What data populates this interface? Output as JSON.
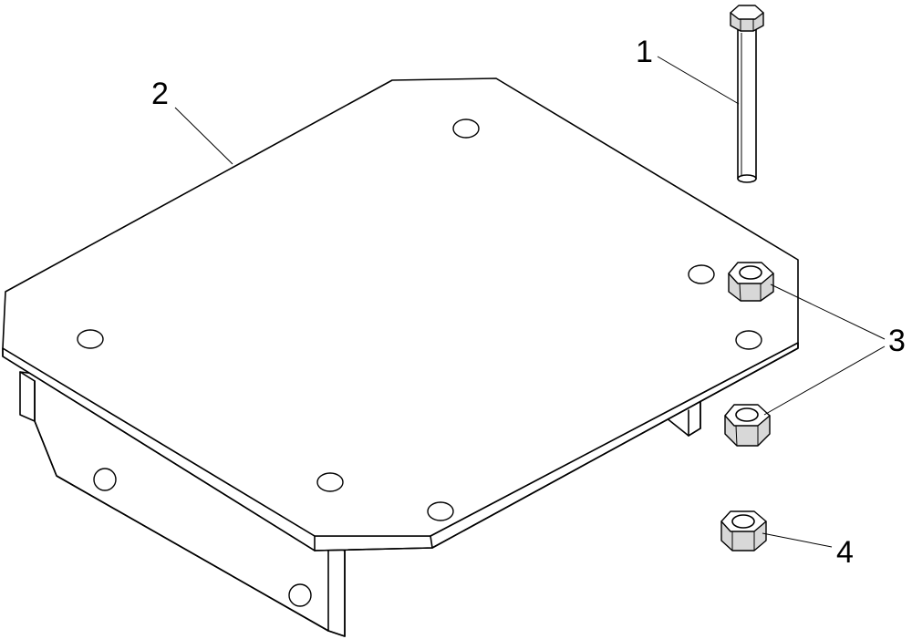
{
  "callouts": [
    {
      "id": "bolt",
      "label": "1"
    },
    {
      "id": "plate",
      "label": "2"
    },
    {
      "id": "nut-pair",
      "label": "3"
    },
    {
      "id": "lock-nut",
      "label": "4"
    }
  ]
}
